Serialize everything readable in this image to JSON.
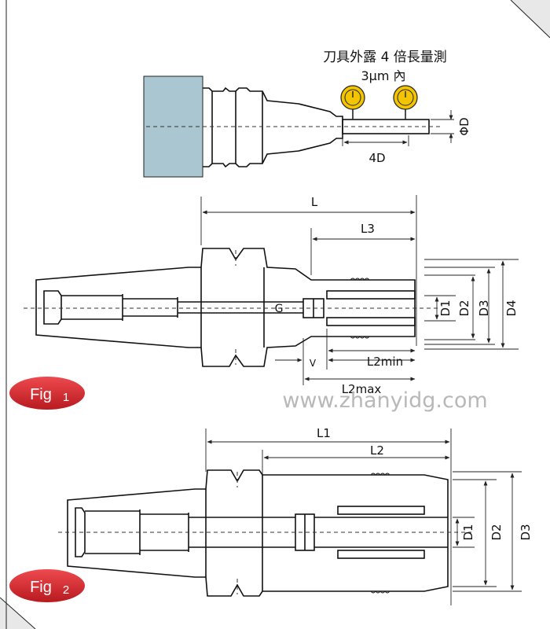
{
  "colors": {
    "background": "#ffffff",
    "frame_corner": "#e8e8e8",
    "spindle_fill": "#a9c6d1",
    "gauge_yellow": "#f3c500",
    "badge_red": "#d8242a",
    "watermark": "#b8b8b8"
  },
  "top_panel": {
    "heading": "刀具外露 4 倍長量測",
    "tolerance": "3μm 內",
    "dim_phi": "ΦD",
    "dim_4d": "4D"
  },
  "fig1": {
    "badge_prefix": "Fig",
    "badge_num": "1",
    "label_L": "L",
    "label_L3": "L3",
    "label_G": "G",
    "label_V": "V",
    "label_L2min": "L2min",
    "label_L2max": "L2max",
    "label_D1": "D1",
    "label_D2": "D2",
    "label_D3": "D3",
    "label_D4": "D4"
  },
  "fig2": {
    "badge_prefix": "Fig",
    "badge_num": "2",
    "label_L1": "L1",
    "label_L2": "L2",
    "label_D1": "D1",
    "label_D2": "D2",
    "label_D3": "D3"
  },
  "watermark": "www.zhanyidg.com"
}
